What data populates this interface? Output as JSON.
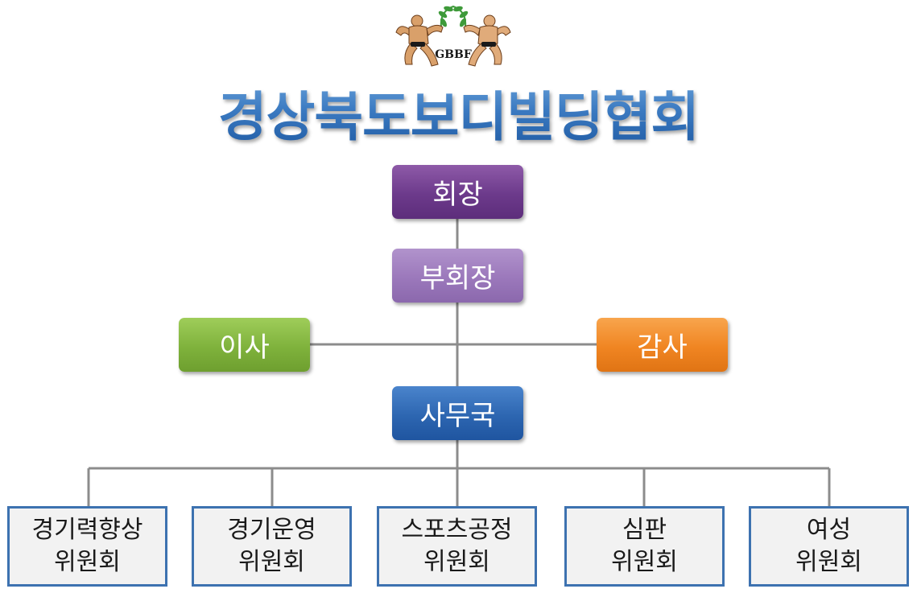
{
  "logo": {
    "text": "GBBF"
  },
  "title": "경상북도보디빌딩협회",
  "org": {
    "president": "회장",
    "vice_president": "부회장",
    "director": "이사",
    "auditor": "감사",
    "secretariat": "사무국",
    "committees": [
      {
        "line1": "경기력향상",
        "line2": "위원회"
      },
      {
        "line1": "경기운영",
        "line2": "위원회"
      },
      {
        "line1": "스포츠공정",
        "line2": "위원회"
      },
      {
        "line1": "심판",
        "line2": "위원회"
      },
      {
        "line1": "여성",
        "line2": "위원회"
      }
    ]
  },
  "colors": {
    "president": "#6c3a8b",
    "vice_president": "#9b78bb",
    "director": "#7fb23c",
    "auditor": "#f08522",
    "secretariat": "#2d66b1",
    "committee_border": "#3d72b0",
    "connector": "#8c8c8c"
  }
}
